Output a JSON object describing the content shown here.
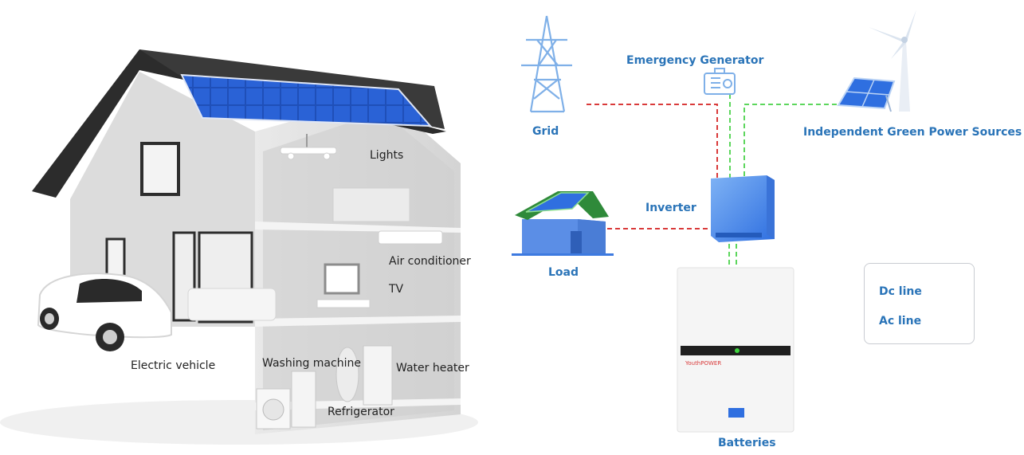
{
  "house": {
    "labels": {
      "lights": "Lights",
      "air_conditioner": "Air conditioner",
      "tv": "TV",
      "electric_vehicle": "Electric vehicle",
      "washing_machine": "Washing machine",
      "water_heater": "Water heater",
      "refrigerator": "Refrigerator"
    }
  },
  "system": {
    "grid": "Grid",
    "emergency_generator": "Emergency Generator",
    "green_sources": "Independent Green Power Sources",
    "inverter": "Inverter",
    "load": "Load",
    "batteries": "Batteries",
    "battery_brand": "YouthPOWER"
  },
  "legend": {
    "dc_line": "Dc line",
    "ac_line": "Ac line"
  },
  "colors": {
    "dc_line": "#5cd65c",
    "ac_line": "#d93a3a",
    "label_blue": "#2a74b8",
    "panel_blue": "#1f4fb8"
  }
}
